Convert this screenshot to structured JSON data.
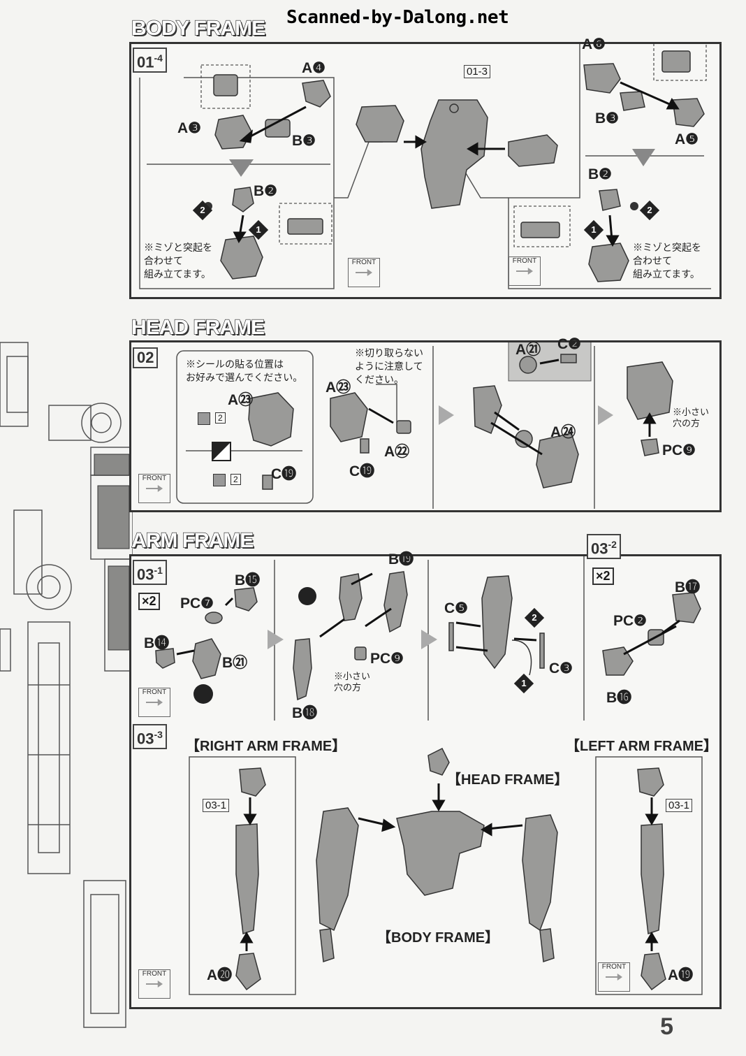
{
  "watermark": "Scanned-by-Dalong.net",
  "page_number": "5",
  "front_label": "FRONT",
  "body_frame": {
    "title": "BODY FRAME",
    "step": "01",
    "step_sub": "-4",
    "ref_step": "01-3",
    "left": {
      "labels": [
        "A❹",
        "A❸",
        "B❸",
        "B❷"
      ],
      "note": "※ミゾと突起を\n合わせて\n組み立てます。"
    },
    "right": {
      "labels": [
        "A❻",
        "B❸",
        "A❺",
        "B❷"
      ],
      "note": "※ミゾと突起を\n合わせて\n組み立てます。"
    }
  },
  "head_frame": {
    "title": "HEAD FRAME",
    "step": "02",
    "sticker_note": "※シールの貼る位置は\nお好みで選んでください。",
    "cut_note": "※切り取らない\nように注意して\nください。",
    "small_hole_note": "※小さい\n穴の方",
    "labels": [
      "A㉓",
      "C⓳",
      "A㉓",
      "A㉒",
      "C⓳",
      "A㉑",
      "C❷",
      "A㉔",
      "PC❾"
    ],
    "sticker_num": "2"
  },
  "arm_frame": {
    "title": "ARM FRAME",
    "step_1": "03",
    "step_1_sub": "-1",
    "step_2": "03",
    "step_2_sub": "-2",
    "step_3": "03",
    "step_3_sub": "-3",
    "multiplier": "×2",
    "labels_1": [
      "B⓯",
      "PC❼",
      "B⓮",
      "B㉑",
      "B⓳",
      "PC❾",
      "B⓲",
      "C❺",
      "C❸"
    ],
    "small_hole_note": "※小さい\n穴の方",
    "labels_2": [
      "B⓱",
      "PC❷",
      "B⓰"
    ],
    "right_arm_frame": "【RIGHT ARM FRAME】",
    "left_arm_frame": "【LEFT ARM FRAME】",
    "head_frame_lbl": "【HEAD FRAME】",
    "body_frame_lbl": "【BODY FRAME】",
    "ref_03_1": "03-1",
    "hand_right": "A⓴",
    "hand_left": "A⓳"
  }
}
